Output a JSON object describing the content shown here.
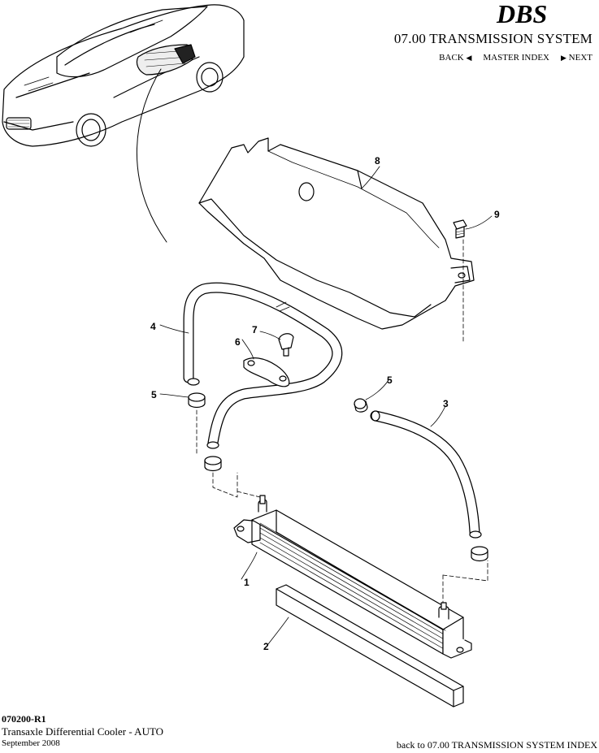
{
  "header": {
    "logo_text": "DBS",
    "section_title": "07.00 TRANSMISSION SYSTEM",
    "nav": {
      "back_label": "BACK",
      "master_index_label": "MASTER INDEX",
      "next_label": "NEXT"
    }
  },
  "diagram": {
    "callouts": [
      {
        "id": "callout-1",
        "number": "1"
      },
      {
        "id": "callout-2",
        "number": "2"
      },
      {
        "id": "callout-3",
        "number": "3"
      },
      {
        "id": "callout-4",
        "number": "4"
      },
      {
        "id": "callout-5a",
        "number": "5"
      },
      {
        "id": "callout-5b",
        "number": "5"
      },
      {
        "id": "callout-6",
        "number": "6"
      },
      {
        "id": "callout-7",
        "number": "7"
      },
      {
        "id": "callout-8",
        "number": "8"
      },
      {
        "id": "callout-9",
        "number": "9"
      }
    ]
  },
  "footer": {
    "part_code": "070200-R1",
    "description": "Transaxle Differential Cooler - AUTO",
    "date": "September 2008",
    "back_link": "back to 07.00 TRANSMISSION SYSTEM INDEX"
  }
}
